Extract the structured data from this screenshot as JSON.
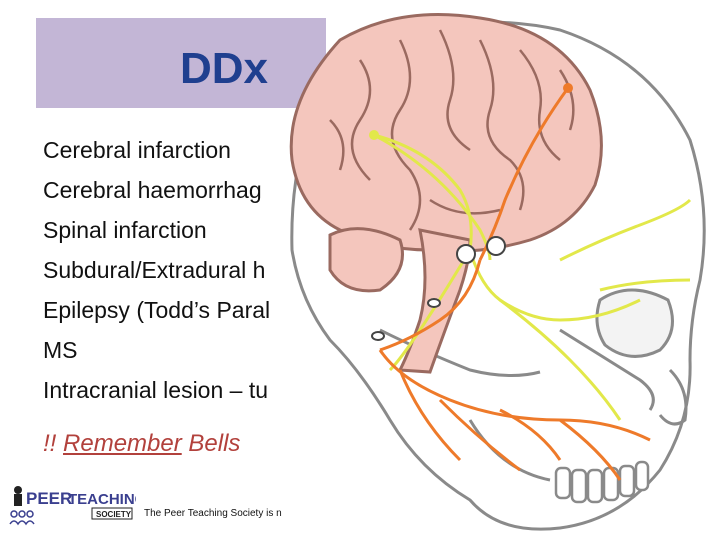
{
  "slide": {
    "title": "DDx",
    "bullets": [
      "Cerebral infarction",
      "Cerebral haemorrhag",
      "Spinal infarction",
      "Subdural/Extradural h",
      "Epilepsy (Todd’s Paral",
      "MS",
      "Intracranial lesion – tu"
    ],
    "remember": {
      "prefix": "!! ",
      "emphasis": "Remember",
      "suffix": " Bells"
    },
    "footer": "The Peer Teaching Society is n",
    "logo": {
      "peer": "PEER",
      "teaching": "TEACHING",
      "society": "SOCIETY"
    }
  },
  "colors": {
    "title_band": "#c3b6d6",
    "title_text": "#1f3f8f",
    "remember_text": "#b2413c",
    "brain": "#f4c6bd",
    "nerve_yellow": "#e2e84a",
    "nerve_orange": "#ee7a2a"
  },
  "icons": {
    "illustration": "brain-skull-facial-nerve-illustration",
    "logo": "peer-teaching-society-logo"
  }
}
